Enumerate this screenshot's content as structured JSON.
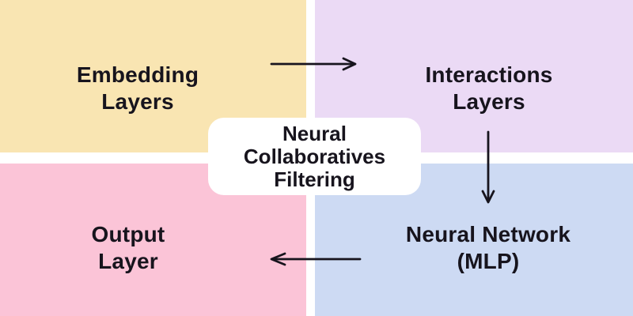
{
  "diagram": {
    "background": "#FFFFFF",
    "center": {
      "lines": [
        "Neural",
        "Collaboratives",
        "Filtering"
      ],
      "bg": "#FFFFFF",
      "text_color": "#17141D"
    },
    "quadrants": [
      {
        "id": "embedding-layers",
        "lines": [
          "Embedding",
          "Layers"
        ],
        "bg": "#F9E5B2"
      },
      {
        "id": "interactions-layers",
        "lines": [
          "Interactions",
          "Layers"
        ],
        "bg": "#EBDAF5"
      },
      {
        "id": "output-layer",
        "lines": [
          "Output",
          "Layer"
        ],
        "bg": "#FBC4D7"
      },
      {
        "id": "neural-network-mlp",
        "lines": [
          "Neural Network",
          "(MLP)"
        ],
        "bg": "#CDDAF3"
      }
    ],
    "arrows": [
      {
        "id": "embedding-to-interactions",
        "direction": "right",
        "color": "#17141D"
      },
      {
        "id": "interactions-to-mlp",
        "direction": "down",
        "color": "#17141D"
      },
      {
        "id": "mlp-to-output",
        "direction": "left",
        "color": "#17141D"
      }
    ]
  }
}
